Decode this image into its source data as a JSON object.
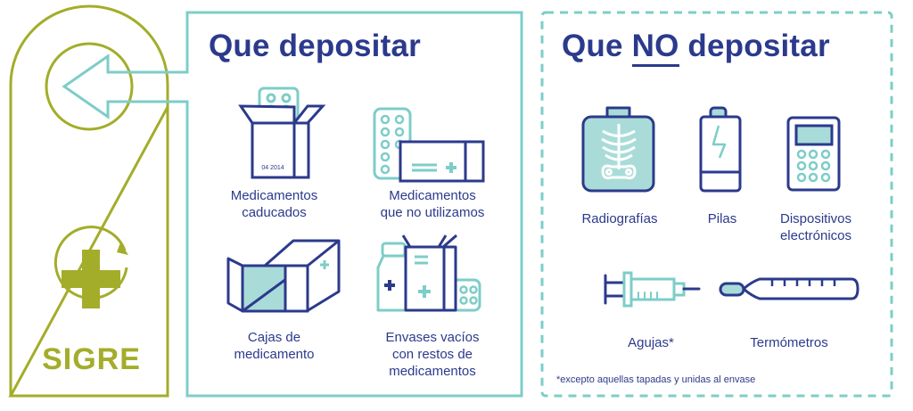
{
  "brand": {
    "name": "SIGRE",
    "color": "#a3ad2a"
  },
  "colors": {
    "navy": "#2b3a8c",
    "teal": "#7dcdc8",
    "teal_fill": "#a9dcd8"
  },
  "deposit_section": {
    "title": "Que depositar",
    "items": [
      {
        "icon": "expired-medicine-box-icon",
        "line1": "Medicamentos",
        "line2": "caducados",
        "line3": "",
        "box_date": "04 2014"
      },
      {
        "icon": "unused-medicine-icon",
        "line1": "Medicamentos",
        "line2": "que no utilizamos",
        "line3": ""
      },
      {
        "icon": "medicine-box-icon",
        "line1": "Cajas de",
        "line2": "medicamento",
        "line3": ""
      },
      {
        "icon": "empty-containers-icon",
        "line1": "Envases vacíos",
        "line2": "con restos de",
        "line3": "medicamentos"
      }
    ]
  },
  "no_deposit_section": {
    "title_pre": "Que ",
    "title_emph": "NO",
    "title_post": " depositar",
    "items": [
      {
        "icon": "x-ray-icon",
        "line1": "Radiografías",
        "line2": ""
      },
      {
        "icon": "battery-icon",
        "line1": "Pilas",
        "line2": ""
      },
      {
        "icon": "calculator-icon",
        "line1": "Dispositivos",
        "line2": "electrónicos"
      },
      {
        "icon": "syringe-icon",
        "line1": "Agujas*",
        "line2": ""
      },
      {
        "icon": "thermometer-icon",
        "line1": "Termómetros",
        "line2": ""
      }
    ],
    "footnote": "*excepto aquellas tapadas y unidas al envase"
  }
}
